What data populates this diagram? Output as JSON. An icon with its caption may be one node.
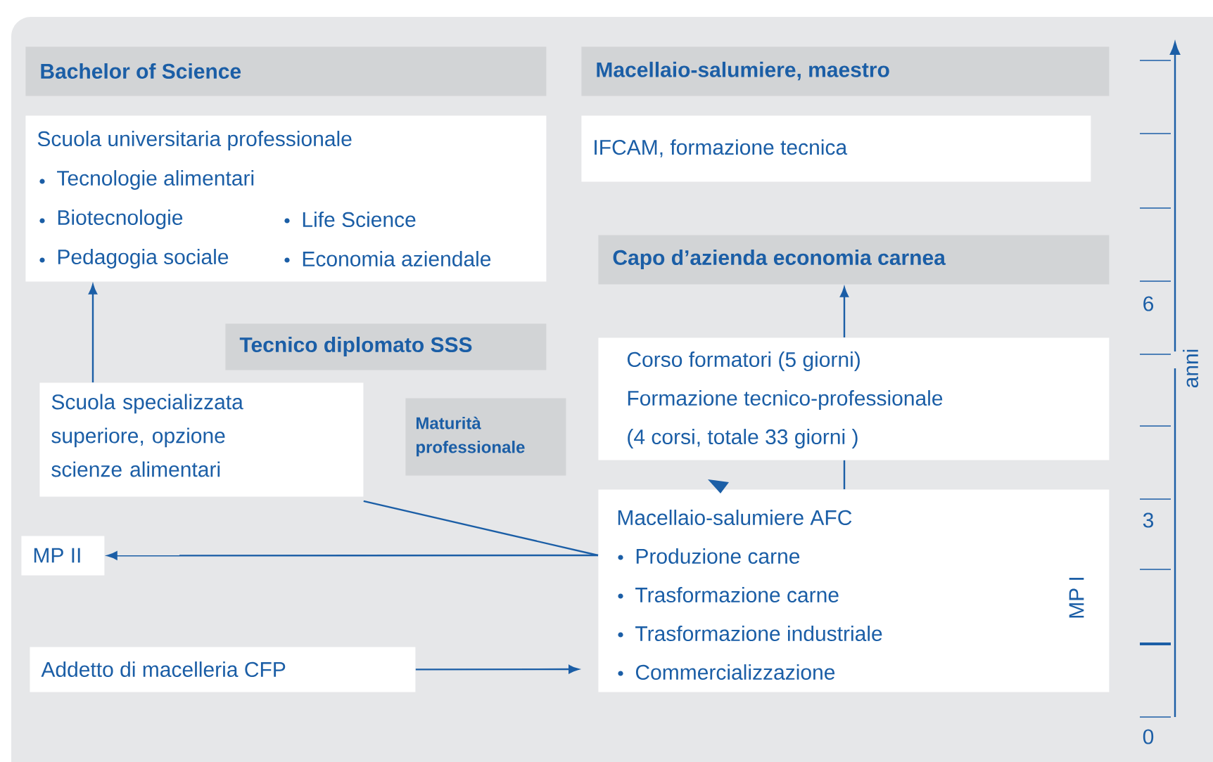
{
  "diagram": {
    "nodes": [
      {
        "text": [
          "Bachelor of Science"
        ]
      },
      {
        "text": [
          "Scuola universitaria professionale",
          "Tecnologie alimentari",
          "Biotecnologie",
          "Life Science",
          "Pedagogia sociale",
          "Economia aziendale"
        ]
      },
      {
        "text": [
          "Macellaio-salumiere, maestro"
        ]
      },
      {
        "text": [
          "IFCAM, formazione tecnica"
        ]
      },
      {
        "text": [
          "Capo d’azienda economia carnea"
        ]
      },
      {
        "text": [
          "Tecnico diplomato SSS"
        ]
      },
      {
        "text": [
          "Corso formatori (5 giorni)",
          "Formazione tecnico-professionale",
          "(4 corsi, totale 33 giorni )"
        ]
      },
      {
        "text": [
          "Scuola specializzata superiore, opzione scienze alimentari"
        ]
      },
      {
        "text": [
          "Maturità professionale"
        ]
      },
      {
        "text": [
          "MP II"
        ]
      },
      {
        "text": [
          "Macellaio-salumiere AFC",
          "Produzione carne",
          "Trasformazione carne",
          "Trasformazione industriale",
          "Commercializzazione",
          "MP I"
        ]
      },
      {
        "text": [
          "Addetto di macelleria CFP"
        ]
      }
    ],
    "edges": [
      {
        "from": 7,
        "to": 1,
        "arrow": "to"
      },
      {
        "from": 6,
        "to": 4,
        "arrow": "to"
      },
      {
        "from": 10,
        "to": 6,
        "arrow": "none"
      },
      {
        "from": 10,
        "to": 7,
        "arrow": "none"
      },
      {
        "from": 10,
        "to": 9,
        "arrow": "to"
      },
      {
        "from": 11,
        "to": 10,
        "arrow": "to"
      }
    ],
    "labels": [
      "6",
      "3",
      "0",
      "anni"
    ]
  }
}
